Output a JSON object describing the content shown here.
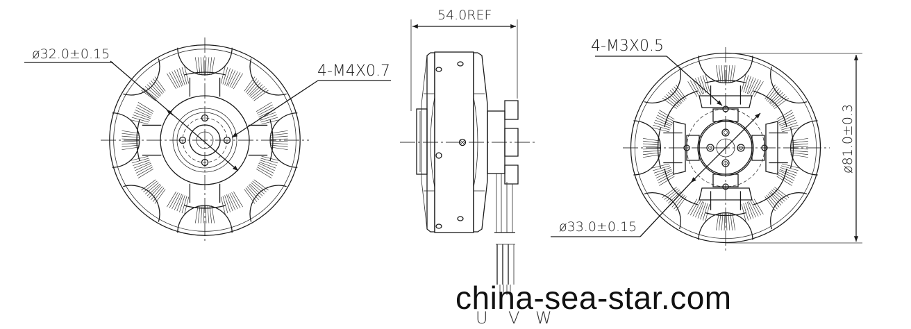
{
  "drawing": {
    "title": "Brushless motor dimension drawing",
    "left_view": {
      "callouts": {
        "bolt_circle": "ø32.0±0.15",
        "thread": "4-M4X0.7"
      }
    },
    "side_view": {
      "length": "54.0REF",
      "wire_labels": [
        "U",
        "V",
        "W"
      ]
    },
    "right_view": {
      "callouts": {
        "thread": "4-M3X0.5",
        "bolt_circle": "ø33.0±0.15",
        "outer_diameter": "ø81.0±0.3"
      }
    }
  },
  "watermark": "china-sea-star.com"
}
